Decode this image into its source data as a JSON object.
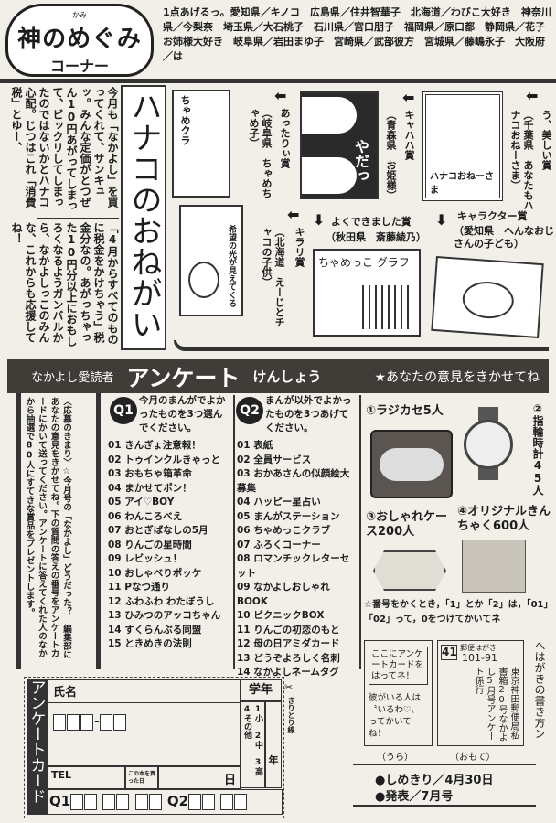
{
  "header": {
    "logo_title": "神のめぐみ",
    "logo_ruby": "かみ",
    "logo_sub": "コーナー",
    "winners_text": "1点あげるっ。愛知県／キノコ　広島県／住井智華子　北海道／わびこ大好き　神奈川県／今梨奈　埼玉県／大石桃子　石川県／宮口朋子　福岡県／原口都　静岡県／花子お姉様大好き　岐阜県／岩田まゆ子　宮崎県／武部彼方　宮城県／藤嶋永子　大阪府／は"
  },
  "hanako": {
    "title": "ハナコのおねがい",
    "para1": "今月も「なかよし」を買ってくれて、サンキュッ。みんな定価がとつぜん10円あがってしまって、ビックリしてしまったのではないかとハナコ心配。じつはこれ「消費税」とゆー、",
    "para2": "「4月からすべてのものに税金をかけちゃう」税金分なの。あがっちゃった10円分以上におもしろくなるようガンバルから、なかよしっこのみんな、これからも応援してね！"
  },
  "awards": [
    {
      "name": "う、美しい賞",
      "winner": "（千葉県　あなたもハナコおねーさま）",
      "art_text": "ハナコおねーさま"
    },
    {
      "name": "キャハハ賞",
      "winner": "（青森県　お姫様）",
      "art_text": "やだっ"
    },
    {
      "name": "あったりぃ賞",
      "winner": "（岐阜県　ちゃめちゃめ子）",
      "art_text": "ちゃめクラ"
    },
    {
      "name": "キラリ賞",
      "winner": "（北海道　えーじとチャコの子供）",
      "art_text": "希望の光が見えてくる"
    },
    {
      "name": "よくできました賞",
      "winner": "（秋田県　斎藤綾乃）",
      "art_text": "ちゃめっこ グラフ"
    },
    {
      "name": "キャラクター賞",
      "winner": "（愛知県　へんなおじさんの子ども）"
    }
  ],
  "survey": {
    "label1": "なかよし愛読者",
    "label2": "アンケート",
    "label3": "けんしょう",
    "label4": "★あなたの意見をきかせてね",
    "rules": "〈応募のきまり〉☆今月号の「なかよし」どうだった？　編集部にあなたの意見をきかせてね。下の質問の答えの番号をアンケートカードにかいて送ってください。アンケートに答えてくれた人のなかから抽選で80人にすてきな賞品をプレゼントします。",
    "q1": {
      "badge": "Q1",
      "question": "今月のまんがでよかったものを3つ選んでください。",
      "items": [
        "01 きんぎょ注意報！",
        "02 トゥインクルきゃっと",
        "03 おもちゃ箱革命",
        "04 まかせてポン！",
        "05 アイ♡BOY",
        "06 わんころべえ",
        "07 おとぎばなしの5月",
        "08 りんごの星時間",
        "09 レビッシュ！",
        "10 おしゃべりポッケ",
        "11 Pなつ通り",
        "12 ふわふわ わたぼうし",
        "13 ひみつのアッコちゃん",
        "14 すくらんぶる同盟",
        "15 ときめきの法則"
      ]
    },
    "q2": {
      "badge": "Q2",
      "question": "まんが以外でよかったものを3つあげてください。",
      "items": [
        "01 表紙",
        "02 全員サービス",
        "03 おかあさんの似顔絵大募集",
        "04 ハッピー星占い",
        "05 まんがステーション",
        "06 ちゃめっこクラブ",
        "07 ふろくコーナー",
        "08 ロマンチックレターセット",
        "09 なかよしおしゃれBOOK",
        "10 ピクニックBOX",
        "11 りんごの初恋のもと",
        "12 母の日アミダカード",
        "13 どうぞよろしく名刺",
        "14 なかよしネームタグ"
      ]
    },
    "prizes": [
      {
        "label": "①ラジカセ5人"
      },
      {
        "label": "②指輪時計45人"
      },
      {
        "label": "③おしゃれケース200人"
      },
      {
        "label": "④オリジナルきんちゃく600人"
      }
    ],
    "note": "☆番号をかくとき，「1」とか「2」は，「01」「02」って，0をつけてかいてネ"
  },
  "card": {
    "title": "アンケートカード",
    "name_label": "氏名",
    "grade_label": "学年",
    "postal_sep": "-",
    "grades": "1小 2中 3高 4その他",
    "year_label": "年",
    "tel_label": "TEL",
    "bought_label": "この本を買った日",
    "day_label": "日",
    "q1_label": "Q1",
    "q2_label": "Q2",
    "cut_label": "きりとり線"
  },
  "postcard": {
    "back_paste": "ここにアンケートカードをはってネ！",
    "back_note": "彼がいる人は〝いるわ♡〟ってかいてね！",
    "back_label": "（うら）",
    "stamp": "41",
    "postcard_label": "郵便はがき",
    "zip": "101-91",
    "address": "東京神田郵便局私書箱20号なかよし5月号アンケート係行",
    "front_label": "（おもて）",
    "howto": "へはがきの書き方ン",
    "deadline": "●しめきり／4月30日",
    "announce": "●発表／7月号"
  }
}
